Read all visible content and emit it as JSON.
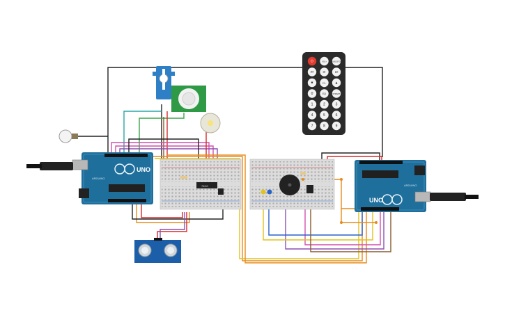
{
  "arduino_left": {
    "logo_text": "UNO",
    "brand": "ARDUINO"
  },
  "arduino_right": {
    "logo_text": "UNO",
    "brand": "ARDUINO"
  },
  "remote": {
    "buttons": [
      "⏻",
      "VOL+",
      "FUNC/STOP",
      "⏮",
      "⏯",
      "⏭",
      "▼",
      "VOL-",
      "▲",
      "0",
      "EQ",
      "ST/REPT",
      "1",
      "2",
      "3",
      "4",
      "5",
      "6",
      "7",
      "8",
      "9"
    ]
  },
  "ic_chip": {
    "label": "74HC"
  },
  "colors": {
    "arduino": "#1f6f9c",
    "breadboard": "#dcdcdc",
    "wire_black": "#222222",
    "wire_red": "#d62b2b",
    "wire_orange": "#e88a1a",
    "wire_yellow": "#e2c21c",
    "wire_purple": "#8b4fb3",
    "wire_pink": "#d24fb0",
    "wire_teal": "#2aa6a6",
    "wire_green": "#3aa64a",
    "wire_brown": "#8a5a2b",
    "wire_blue": "#2a62c8",
    "remote_body": "#2b2b2b",
    "pir_board": "#2f9a46",
    "servo": "#2f7fc7",
    "ultrasonic": "#1c5fa8"
  }
}
